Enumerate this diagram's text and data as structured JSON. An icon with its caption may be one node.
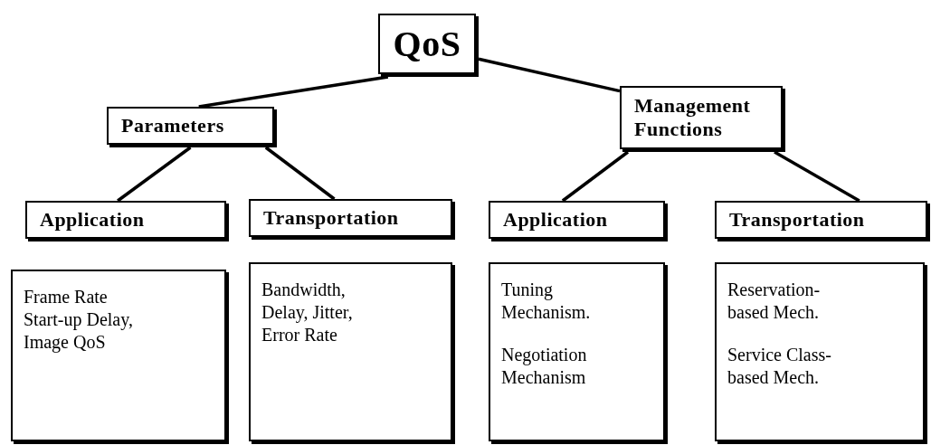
{
  "diagram": {
    "nodes": [
      {
        "text": [
          "QoS"
        ]
      },
      {
        "text": [
          "Parameters"
        ]
      },
      {
        "text": [
          "Management Functions"
        ]
      },
      {
        "text": [
          "Application"
        ]
      },
      {
        "text": [
          "Transportation"
        ]
      },
      {
        "text": [
          "Application"
        ]
      },
      {
        "text": [
          "Transportation"
        ]
      },
      {
        "text": [
          "Frame Rate Start-up Delay, Image QoS"
        ]
      },
      {
        "text": [
          "Bandwidth, Delay, Jitter, Error Rate"
        ]
      },
      {
        "text": [
          "Tuning Mechanism.",
          "Negotiation Mechanism"
        ]
      },
      {
        "text": [
          "Reservation-based Mech.",
          "Service Class-based Mech."
        ]
      }
    ],
    "edges": [
      {
        "from": 0,
        "to": 1,
        "arrow": "none"
      },
      {
        "from": 0,
        "to": 2,
        "arrow": "none"
      },
      {
        "from": 1,
        "to": 3,
        "arrow": "none"
      },
      {
        "from": 1,
        "to": 4,
        "arrow": "none"
      },
      {
        "from": 2,
        "to": 5,
        "arrow": "none"
      },
      {
        "from": 2,
        "to": 6,
        "arrow": "none"
      }
    ]
  }
}
